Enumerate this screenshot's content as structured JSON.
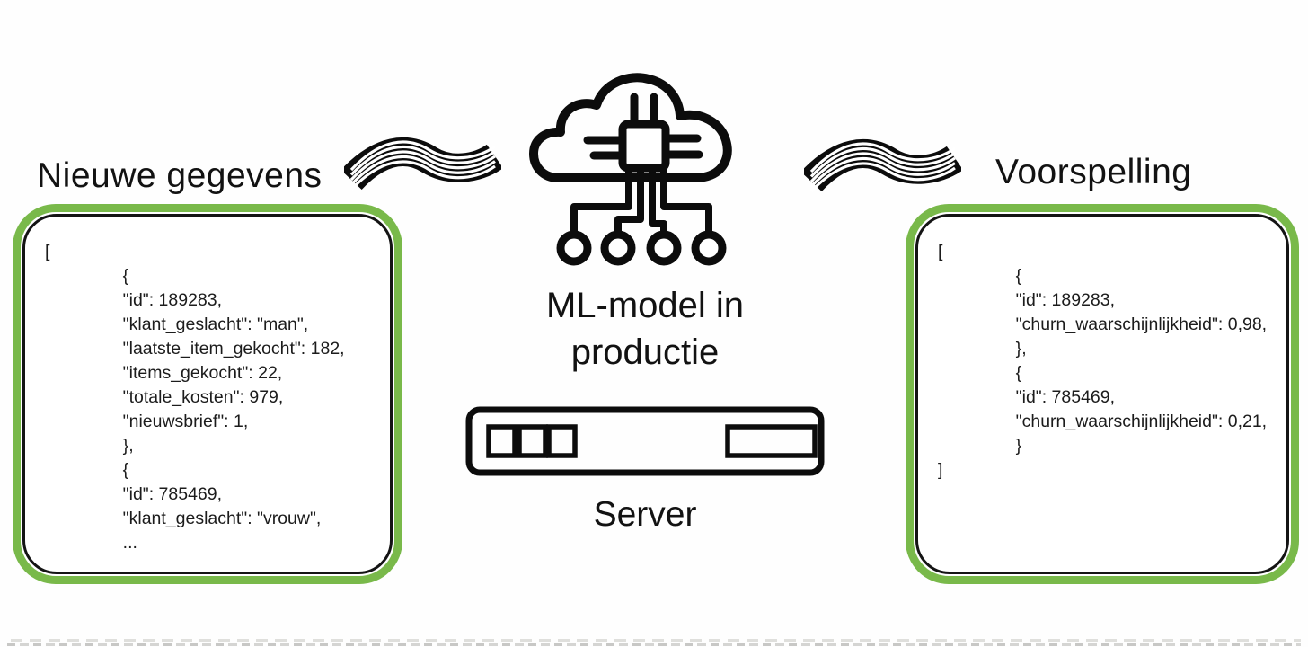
{
  "diagram": {
    "left": {
      "title": "Nieuwe gegevens",
      "code": "[\n                {\n                \"id\": 189283,\n                \"klant_geslacht\": \"man\",\n                \"laatste_item_gekocht\": 182,\n                \"items_gekocht\": 22,\n                \"totale_kosten\": 979,\n                \"nieuwsbrief\": 1,\n                },\n                {\n                \"id\": 785469,\n                \"klant_geslacht\": \"vrouw\",\n                ..."
    },
    "center": {
      "model_label_line1": "ML-model in",
      "model_label_line2": "productie",
      "server_label": "Server"
    },
    "right": {
      "title": "Voorspelling",
      "code": "[\n                {\n                \"id\": 189283,\n                \"churn_waarschijnlijkheid\": 0,98,\n                },\n                {\n                \"id\": 785469,\n                \"churn_waarschijnlijkheid\": 0,21,\n                }\n]"
    },
    "icons": {
      "cloud": "cloud-chip-icon",
      "server": "server-icon",
      "flow_left": "wave-flow-icon",
      "flow_right": "wave-flow-icon"
    },
    "colors": {
      "accent_green": "#79b94a",
      "ink": "#121212",
      "background": "#fefefe"
    }
  }
}
